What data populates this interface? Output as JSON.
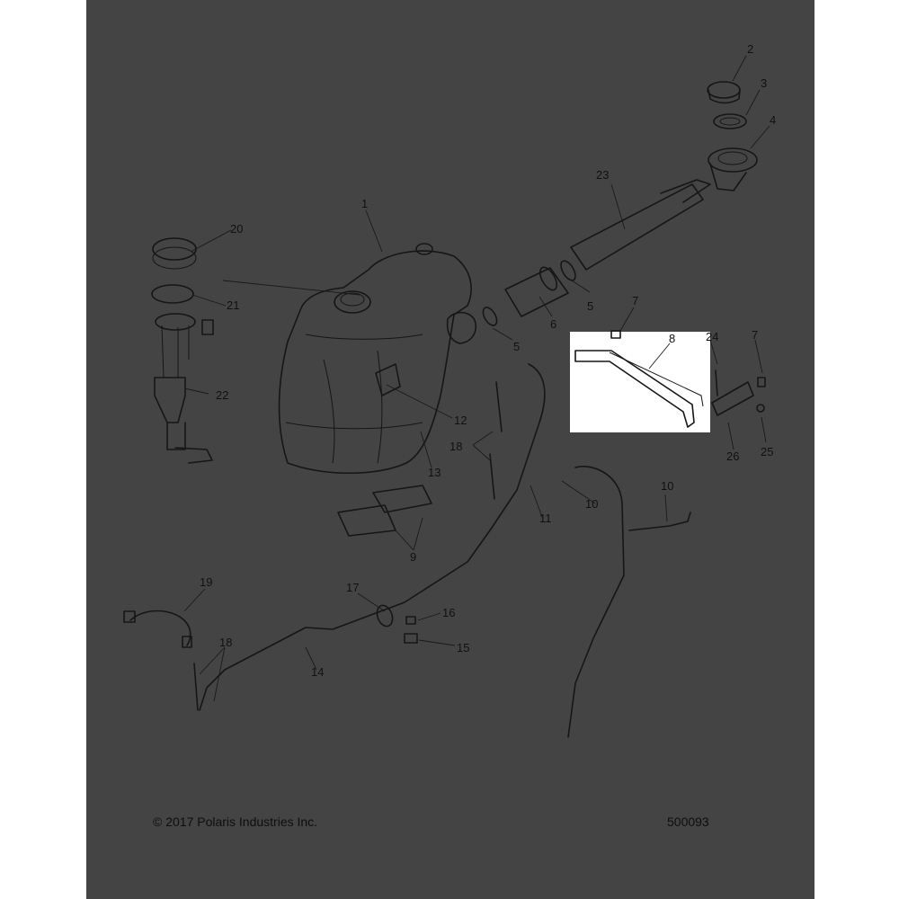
{
  "footer": {
    "copyright": "© 2017 Polaris Industries Inc.",
    "drawing_number": "500093"
  },
  "callouts": [
    "1",
    "2",
    "3",
    "4",
    "5",
    "5",
    "6",
    "7",
    "7",
    "8",
    "9",
    "10",
    "10",
    "11",
    "12",
    "13",
    "14",
    "15",
    "16",
    "17",
    "18",
    "18",
    "19",
    "20",
    "21",
    "22",
    "23",
    "24",
    "25",
    "26"
  ],
  "colors": {
    "sheet_background": "#444444",
    "line_art": "#161616",
    "highlight_box": "#ffffff"
  }
}
